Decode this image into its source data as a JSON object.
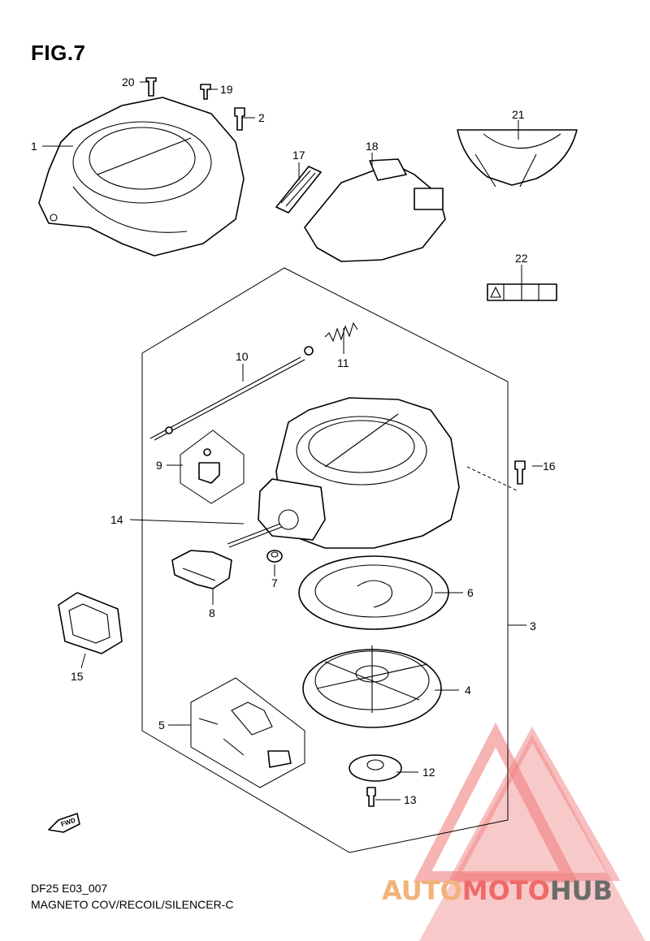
{
  "figure": {
    "title": "FIG.7"
  },
  "footer": {
    "code": "DF25 E03_007",
    "name": "MAGNETO COV/RECOIL/SILENCER-C"
  },
  "callouts": [
    "1",
    "2",
    "3",
    "4",
    "5",
    "6",
    "7",
    "8",
    "9",
    "10",
    "11",
    "12",
    "13",
    "14",
    "15",
    "16",
    "17",
    "18",
    "19",
    "20",
    "21",
    "22"
  ],
  "fwd_label": "FWD",
  "watermark": {
    "part1": "AUTO",
    "part2": "MOTO",
    "part3": "HUB",
    "color_orange": "#f2b27a",
    "color_red": "#ee6a6a",
    "color_gray": "#6b6b6b"
  }
}
